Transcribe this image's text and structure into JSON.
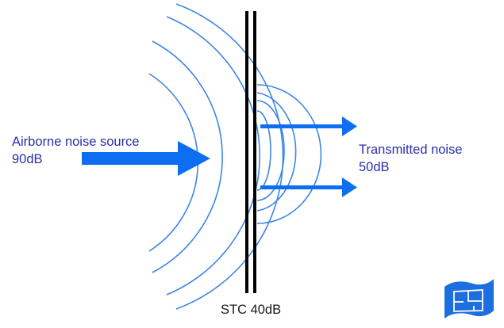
{
  "diagram": {
    "source": {
      "title": "Airborne noise source",
      "level": "90dB"
    },
    "transmitted": {
      "title": "Transmitted noise",
      "level": "50dB"
    },
    "wall": {
      "label": "STC 40dB"
    },
    "logo": {
      "icon": "house-blueprint-logo"
    },
    "colors": {
      "arrow": "#0d6ef2",
      "wave": "#3d86e8",
      "wall": "#000000",
      "label_blue": "#2a2fa8",
      "label_dark": "#1a1a1a",
      "logo": "#1d6fe0"
    }
  }
}
